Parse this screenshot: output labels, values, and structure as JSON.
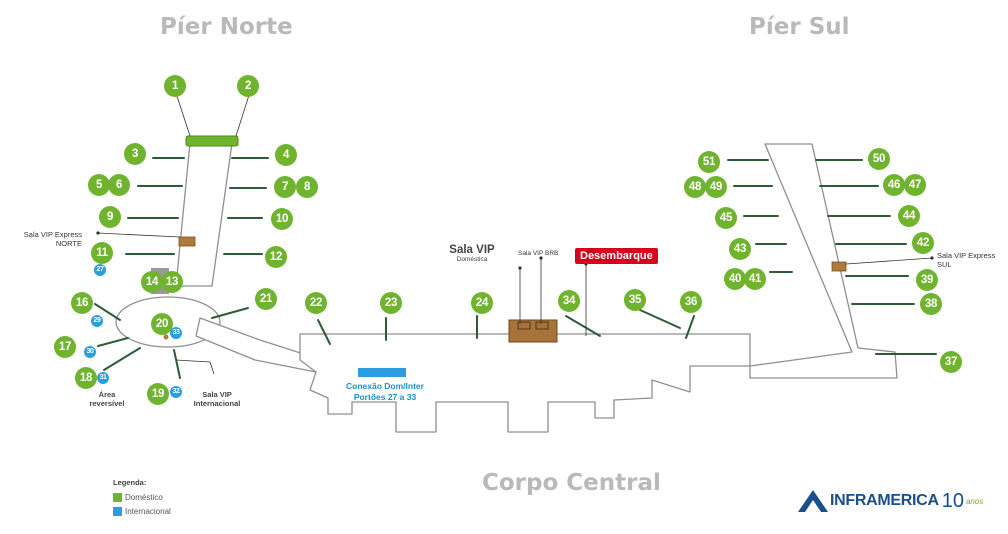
{
  "titles": {
    "pier_norte": "Píer Norte",
    "pier_sul": "Píer Sul",
    "corpo_central": "Corpo Central"
  },
  "gates_domestic": [
    "1",
    "2",
    "3",
    "4",
    "5",
    "6",
    "7",
    "8",
    "9",
    "10",
    "11",
    "12",
    "13",
    "14",
    "16",
    "17",
    "18",
    "19",
    "20",
    "21",
    "22",
    "23",
    "24",
    "34",
    "35",
    "36",
    "37",
    "38",
    "39",
    "40",
    "41",
    "42",
    "43",
    "44",
    "45",
    "46",
    "47",
    "48",
    "49",
    "50",
    "51"
  ],
  "gates_international": [
    "27",
    "29",
    "30",
    "31",
    "32",
    "33"
  ],
  "labels": {
    "vip_express_norte_1": "Sala VIP Express",
    "vip_express_norte_2": "NORTE",
    "vip_express_sul_1": "Sala VIP Express",
    "vip_express_sul_2": "SUL",
    "vip_main": "Sala VIP",
    "vip_main_sub": "Doméstica",
    "vip_brb": "Sala VIP BRB",
    "desembarque": "Desembarque",
    "area_reversivel_1": "Área",
    "area_reversivel_2": "reversível",
    "vip_intl_1": "Sala VIP",
    "vip_intl_2": "Internacional",
    "conexao_1": "Conexão Dom/Inter",
    "conexao_2": "Portões 27 a 33"
  },
  "legend": {
    "title": "Legenda:",
    "items": [
      {
        "label": "Doméstico",
        "color": "#6fb32f"
      },
      {
        "label": "Internacional",
        "color": "#2a9ee0"
      }
    ]
  },
  "logo": {
    "brand": "INFRAMERICA",
    "badge": "10",
    "tagline": "anos"
  },
  "colors": {
    "domestic": "#6fb32f",
    "international": "#2a9ee0",
    "desembarque": "#d6001c",
    "terminal_fill": "#ffffff",
    "terminal_stroke": "#9a9a9a",
    "brand": "#1a4f8a"
  }
}
